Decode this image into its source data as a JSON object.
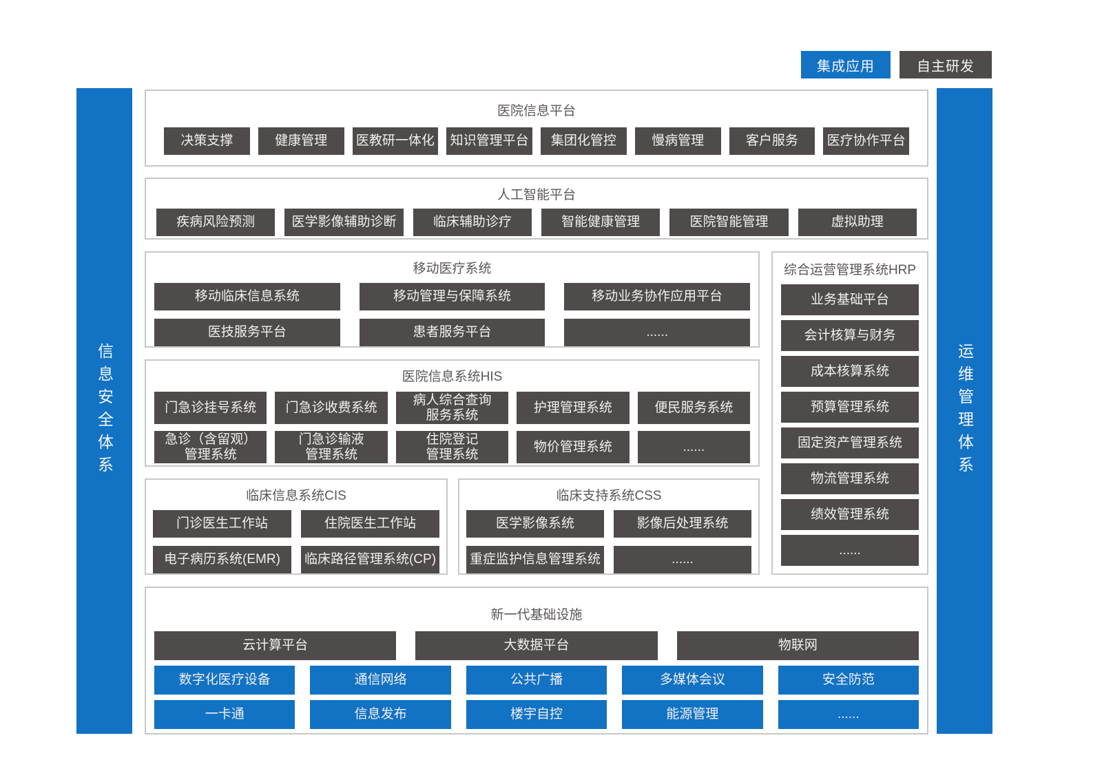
{
  "legend": {
    "integrated_label": "集成应用",
    "self_developed_label": "自主研发"
  },
  "side_bars": {
    "left": "信息安全体系",
    "right": "运维管理体系"
  },
  "sections": {
    "platform": {
      "title": "医院信息平台",
      "items": [
        "决策支撑",
        "健康管理",
        "医教研一体化",
        "知识管理平台",
        "集团化管控",
        "慢病管理",
        "客户服务",
        "医疗协作平台"
      ]
    },
    "ai": {
      "title": "人工智能平台",
      "items": [
        "疾病风险预测",
        "医学影像辅助诊断",
        "临床辅助诊疗",
        "智能健康管理",
        "医院智能管理",
        "虚拟助理"
      ]
    },
    "mobile": {
      "title": "移动医疗系统",
      "rows": [
        [
          "移动临床信息系统",
          "移动管理与保障系统",
          "移动业务协作应用平台"
        ],
        [
          "医技服务平台",
          "患者服务平台",
          "......"
        ]
      ]
    },
    "hrp": {
      "title": "综合运营管理系统HRP",
      "items": [
        "业务基础平台",
        "会计核算与财务",
        "成本核算系统",
        "预算管理系统",
        "固定资产管理系统",
        "物流管理系统",
        "绩效管理系统",
        "......"
      ]
    },
    "his": {
      "title": "医院信息系统HIS",
      "rows": [
        [
          "门急诊挂号系统",
          "门急诊收费系统",
          "病人综合查询\n服务系统",
          "护理管理系统",
          "便民服务系统"
        ],
        [
          "急诊（含留观）\n管理系统",
          "门急诊输液\n管理系统",
          "住院登记\n管理系统",
          "物价管理系统",
          "......"
        ]
      ]
    },
    "cis": {
      "title": "临床信息系统CIS",
      "rows": [
        [
          "门诊医生工作站",
          "住院医生工作站"
        ],
        [
          "电子病历系统(EMR)",
          "临床路径管理系统(CP)"
        ]
      ]
    },
    "css": {
      "title": "临床支持系统CSS",
      "rows": [
        [
          "医学影像系统",
          "影像后处理系统"
        ],
        [
          "重症监护信息管理系统",
          "......"
        ]
      ]
    },
    "infra": {
      "title": "新一代基础设施",
      "dark_row": [
        "云计算平台",
        "大数据平台",
        "物联网"
      ],
      "blue_rows": [
        [
          "数字化医疗设备",
          "通信网络",
          "公共广播",
          "多媒体会议",
          "安全防范"
        ],
        [
          "一卡通",
          "信息发布",
          "楼宇自控",
          "能源管理",
          "......"
        ]
      ]
    }
  },
  "colors": {
    "accent_blue": "#1272c4",
    "box_dark": "#4f4b4b",
    "section_border": "#c8c8c8"
  }
}
